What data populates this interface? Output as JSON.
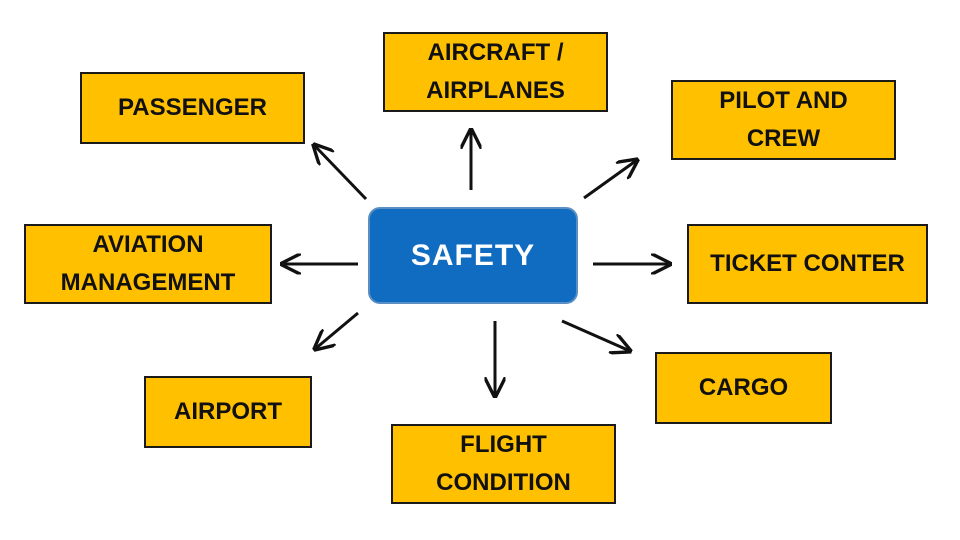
{
  "center": {
    "label": "SAFETY",
    "color": "#0f6cc0"
  },
  "nodes": [
    {
      "id": "passenger",
      "label": "PASSENGER"
    },
    {
      "id": "aircraft",
      "label": "AIRCRAFT /\nAIRPLANES"
    },
    {
      "id": "pilot",
      "label": "PILOT AND\nCREW"
    },
    {
      "id": "aviation",
      "label": "AVIATION\nMANAGEMENT"
    },
    {
      "id": "ticket",
      "label": "TICKET CONTER"
    },
    {
      "id": "airport",
      "label": "AIRPORT"
    },
    {
      "id": "flight",
      "label": "FLIGHT\nCONDITION"
    },
    {
      "id": "cargo",
      "label": "CARGO"
    }
  ],
  "colors": {
    "node_fill": "#ffc000",
    "node_border": "#1a1a1a",
    "arrow": "#111111"
  }
}
